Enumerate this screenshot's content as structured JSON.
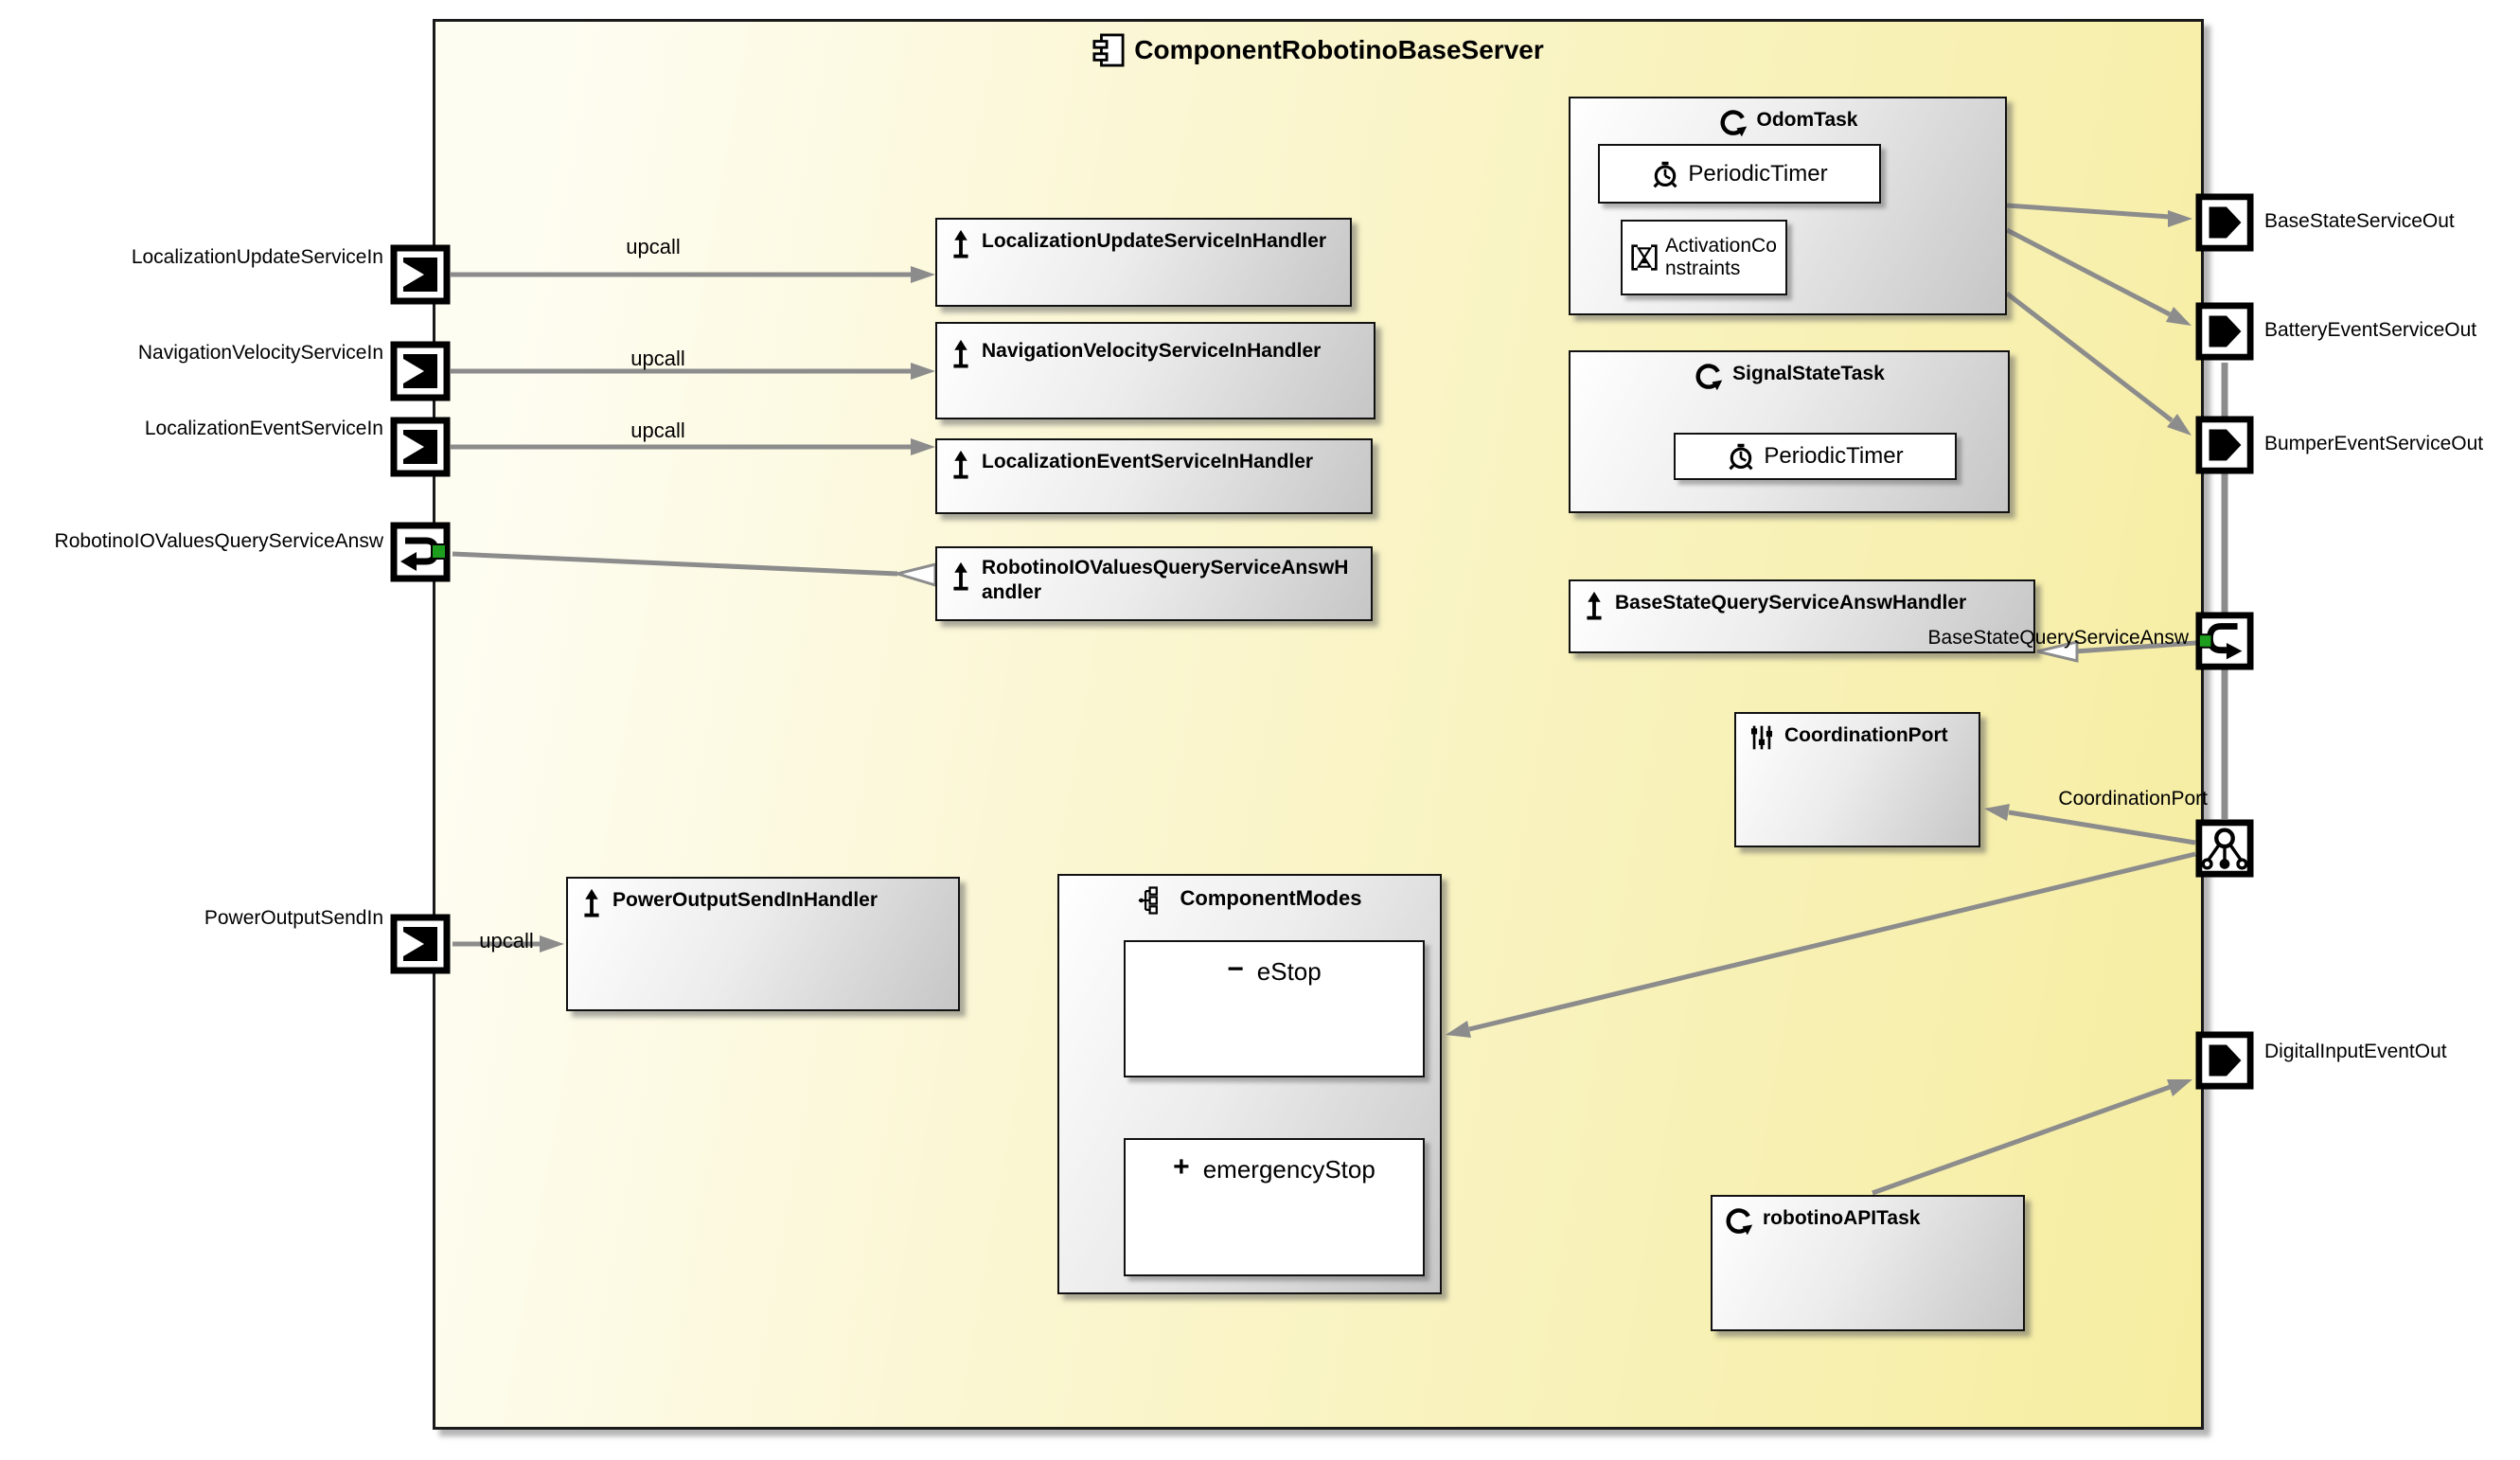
{
  "app": {
    "title": "ComponentRobotinoBaseServer"
  },
  "labels": {
    "upcall": "upcall"
  },
  "colors": {
    "container_yellow": "#f6eda0",
    "container_cream": "#fefdf2",
    "box_gray": "#c6c6c6",
    "line_gray": "#8c8c8c",
    "port_green": "#1e9e1e"
  },
  "ports": {
    "left": [
      {
        "label": "LocalizationUpdateServiceIn",
        "icon": "send-in-port"
      },
      {
        "label": "NavigationVelocityServiceIn",
        "icon": "send-in-port"
      },
      {
        "label": "LocalizationEventServiceIn",
        "icon": "send-in-port"
      },
      {
        "label": "RobotinoIOValuesQueryServiceAnsw",
        "icon": "query-answer-in-port"
      },
      {
        "label": "PowerOutputSendIn",
        "icon": "send-in-port"
      }
    ],
    "right": [
      {
        "label": "BaseStateServiceOut",
        "icon": "service-out-port"
      },
      {
        "label": "BatteryEventServiceOut",
        "icon": "service-out-port"
      },
      {
        "label": "BumperEventServiceOut",
        "icon": "service-out-port"
      },
      {
        "label": "BaseStateQueryServiceAnsw",
        "icon": "query-answer-out-port"
      },
      {
        "label": "CoordinationPort",
        "icon": "coordination-port"
      },
      {
        "label": "DigitalInputEventOut",
        "icon": "service-out-port"
      }
    ]
  },
  "handlers": [
    {
      "title": "LocalizationUpdateServiceInHandler"
    },
    {
      "title": "NavigationVelocityServiceInHandler"
    },
    {
      "title": "LocalizationEventServiceInHandler"
    },
    {
      "title": "RobotinoIOValuesQueryServiceAnswHandler"
    },
    {
      "title": "PowerOutputSendInHandler"
    },
    {
      "title": "BaseStateQueryServiceAnswHandler"
    }
  ],
  "tasks": {
    "odom": {
      "title": "OdomTask",
      "timer": "PeriodicTimer",
      "constraints": "ActivationConstraints"
    },
    "signal": {
      "title": "SignalStateTask",
      "timer": "PeriodicTimer"
    },
    "robotino": {
      "title": "robotinoAPITask"
    }
  },
  "coordination": {
    "title": "CoordinationPort"
  },
  "modes": {
    "title": "ComponentModes",
    "states": [
      {
        "sign": "−",
        "label": "eStop"
      },
      {
        "sign": "+",
        "label": "emergencyStop"
      }
    ]
  }
}
